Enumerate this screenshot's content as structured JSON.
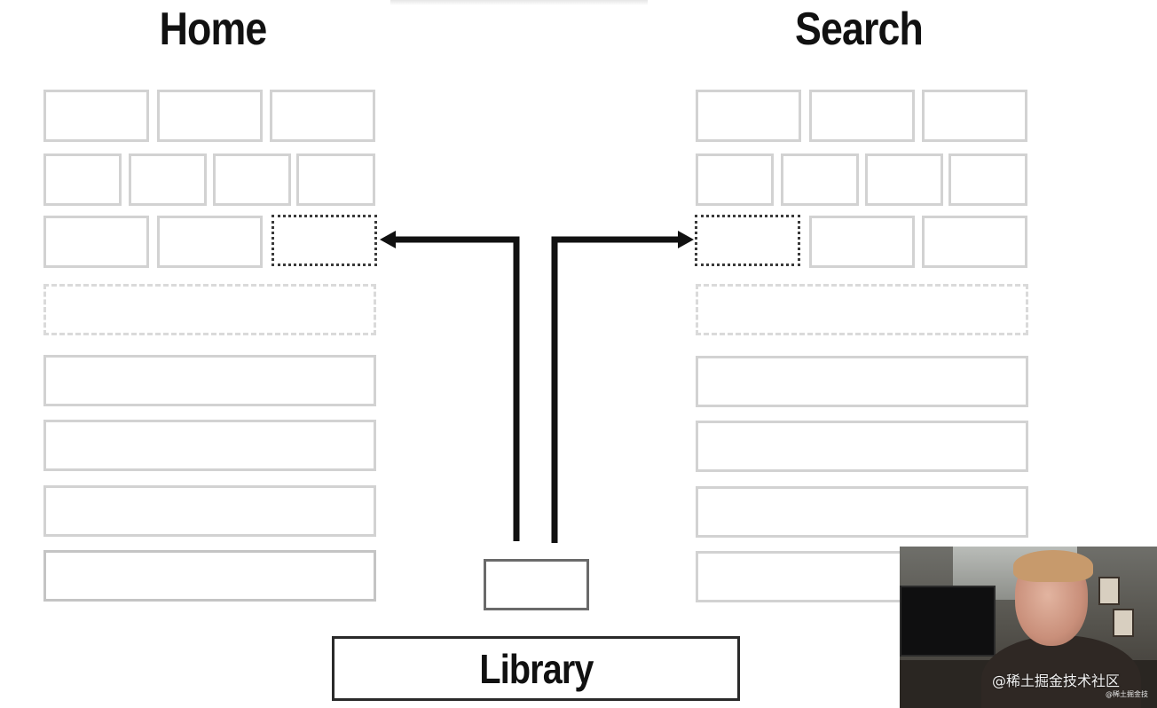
{
  "titles": {
    "home": "Home",
    "search": "Search"
  },
  "library": {
    "label": "Library"
  },
  "webcam": {
    "watermark": "@稀土掘金技术社区",
    "watermark_small": "@稀土掘金技"
  },
  "colors": {
    "block_border": "#d2d2d2",
    "placeholder_border": "#dadada",
    "target_border": "#3a3a3a",
    "arrow": "#111111",
    "library_border": "#2a2a2a"
  }
}
